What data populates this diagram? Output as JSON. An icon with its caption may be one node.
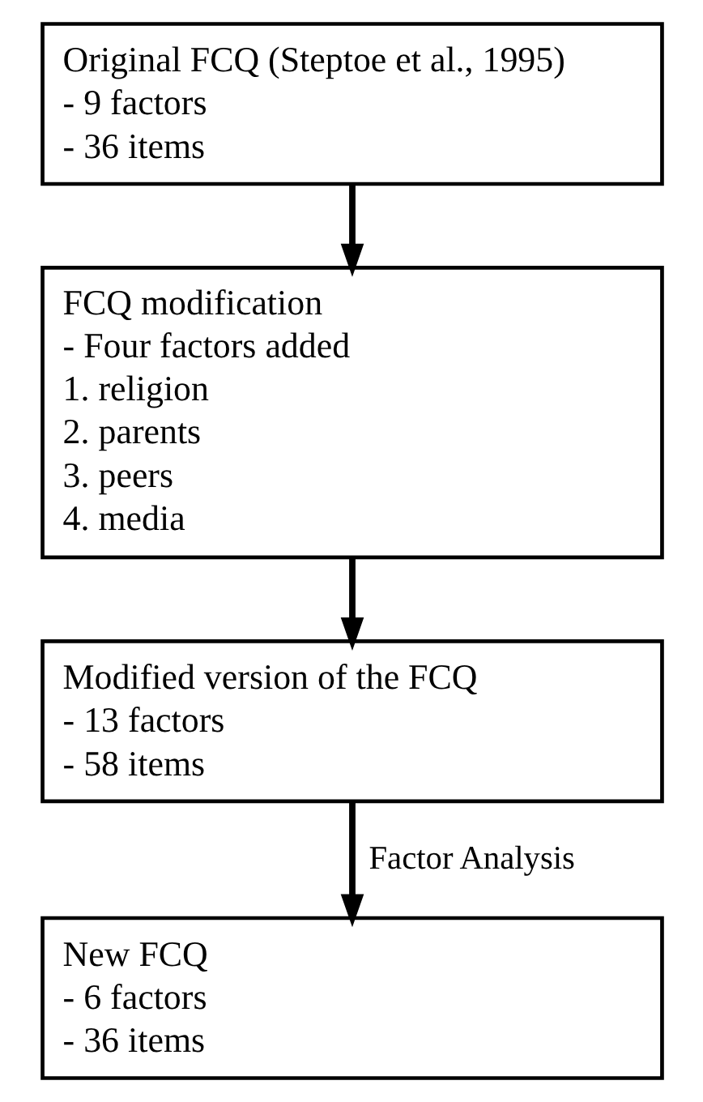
{
  "diagram": {
    "nodes": [
      {
        "text": [
          "Original FCQ (Steptoe et al., 1995)",
          "- 9 factors",
          "- 36 items"
        ]
      },
      {
        "text": [
          "FCQ modification",
          "- Four factors added",
          "1. religion",
          "2. parents",
          "3. peers",
          "4. media"
        ]
      },
      {
        "text": [
          "Modified version of the FCQ",
          "- 13 factors",
          "- 58 items"
        ]
      },
      {
        "text": [
          "New FCQ",
          "- 6 factors",
          "- 36 items"
        ]
      }
    ],
    "edges": [
      {
        "from": 0,
        "to": 1,
        "arrow": "to"
      },
      {
        "from": 1,
        "to": 2,
        "arrow": "to"
      },
      {
        "from": 2,
        "to": 3,
        "arrow": "to",
        "label": "Factor Analysis"
      }
    ]
  }
}
